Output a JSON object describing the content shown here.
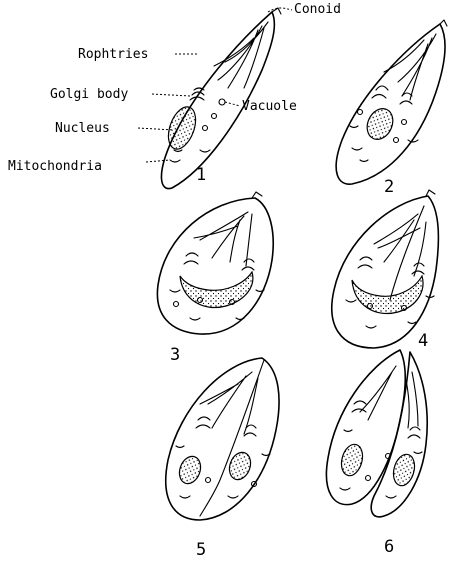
{
  "labels": {
    "conoid": "Conoid",
    "rophtries": "Rophtries",
    "golgi_body": "Golgi body",
    "vacuole": "Vacuole",
    "nucleus": "Nucleus",
    "mitochondria": "Mitochondria"
  },
  "stages": [
    "1",
    "2",
    "3",
    "4",
    "5",
    "6"
  ]
}
